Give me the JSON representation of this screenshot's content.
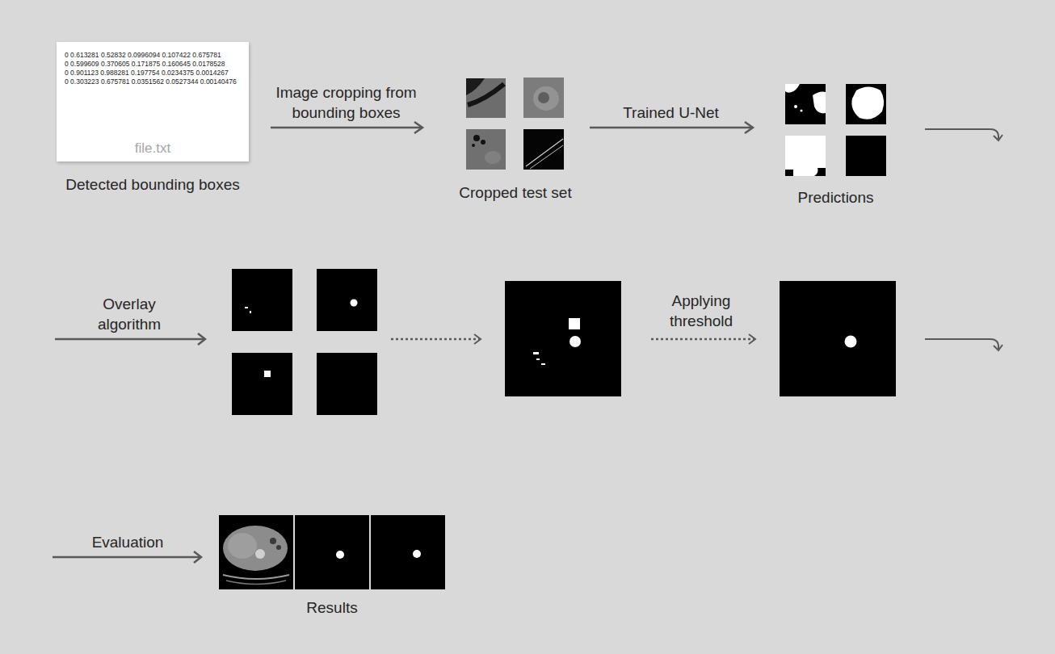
{
  "diagram": {
    "nodes": [
      {
        "text": [
          "0 0.613281 0.52832 0.0996094 0.107422 0.675781",
          "0 0.599609 0.370605 0.171875 0.160645 0.0178528",
          "0 0.901123 0.988281 0.197754 0.0234375 0.0014267",
          "0 0.303223 0.675781 0.0351562 0.0527344 0.00140476",
          "file.txt",
          "Detected bounding boxes"
        ]
      },
      {
        "text": [
          "Cropped test set"
        ]
      },
      {
        "text": [
          "Predictions"
        ]
      },
      {
        "text": [
          "Results"
        ]
      }
    ],
    "edges": [
      {
        "from": 0,
        "to": 1,
        "arrow": "to",
        "label": "Image cropping from bounding boxes"
      },
      {
        "from": 1,
        "to": 2,
        "arrow": "to",
        "label": "Trained U-Net"
      }
    ],
    "labels": [
      "Overlay algorithm",
      "Applying threshold",
      "Evaluation"
    ]
  }
}
